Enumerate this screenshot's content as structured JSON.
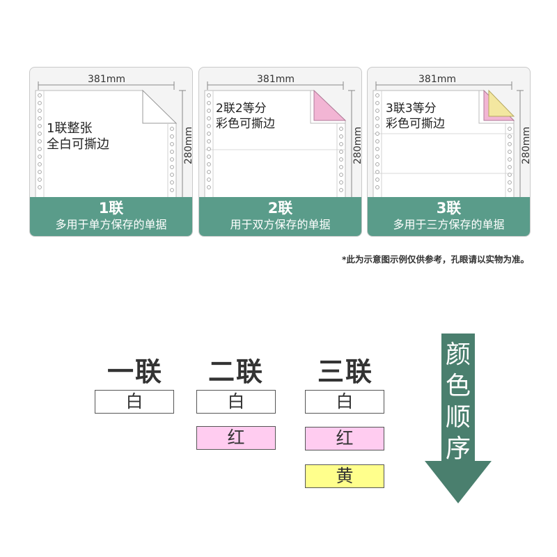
{
  "cards": [
    {
      "width_label": "381mm",
      "height_label": "280mm",
      "paper_lines": [
        "1联整张",
        "全白可撕边"
      ],
      "title": "1联",
      "subtitle": "多用于单方保存的单据"
    },
    {
      "width_label": "381mm",
      "height_label": "280mm",
      "paper_lines": [
        "2联2等分",
        "彩色可撕边"
      ],
      "title": "2联",
      "subtitle": "用于双方保存的单据"
    },
    {
      "width_label": "381mm",
      "height_label": "280mm",
      "paper_lines": [
        "3联3等分",
        "彩色可撕边"
      ],
      "title": "3联",
      "subtitle": "多用于三方保存的单据"
    }
  ],
  "note": "*此为示意图示例仅供参考，孔眼请以实物为准。",
  "color_order": {
    "columns": [
      {
        "heading": "一联",
        "layers": [
          {
            "label": "白",
            "color": "#ffffff"
          }
        ]
      },
      {
        "heading": "二联",
        "layers": [
          {
            "label": "白",
            "color": "#ffffff"
          },
          {
            "label": "红",
            "color": "#ffccf0"
          }
        ]
      },
      {
        "heading": "三联",
        "layers": [
          {
            "label": "白",
            "color": "#ffffff"
          },
          {
            "label": "红",
            "color": "#ffccf0"
          },
          {
            "label": "黄",
            "color": "#ffff8c"
          }
        ]
      }
    ],
    "arrow_label": [
      "颜",
      "色",
      "顺",
      "序"
    ],
    "arrow_color": "#4a7f6e"
  },
  "colors": {
    "accent": "#5a9c8a",
    "pink": "#f2b5d4",
    "yellow": "#f3e7a0"
  }
}
